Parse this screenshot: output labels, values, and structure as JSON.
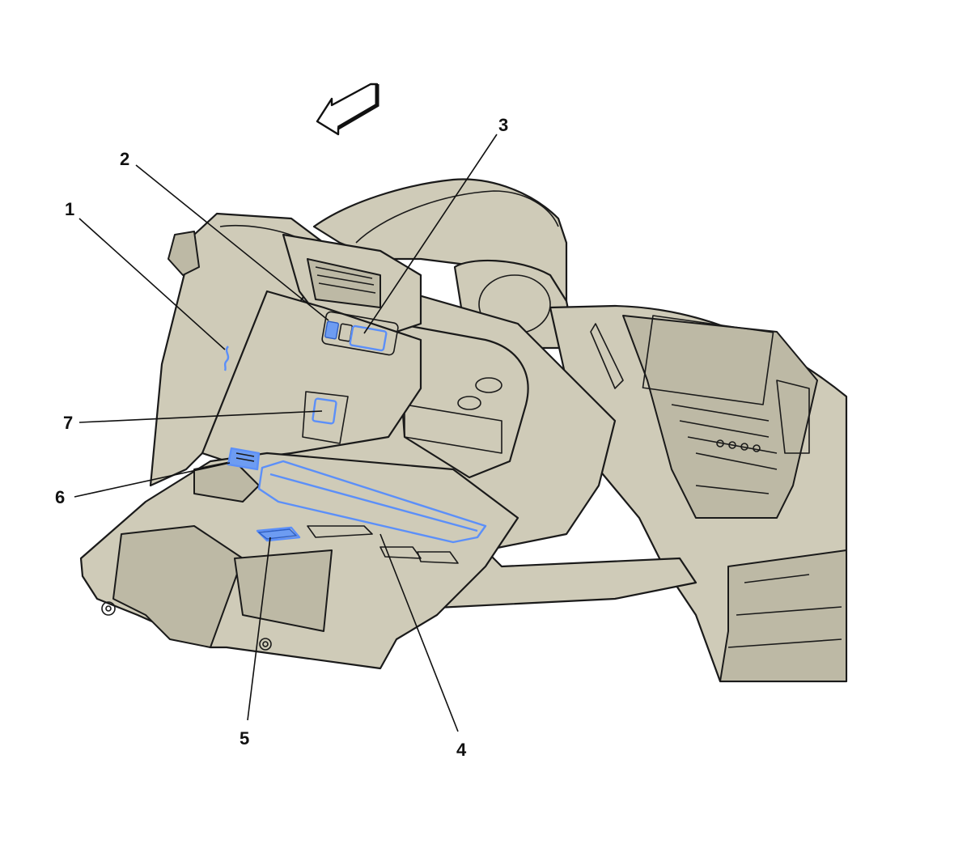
{
  "callouts": [
    {
      "id": "1",
      "label": "1"
    },
    {
      "id": "2",
      "label": "2"
    },
    {
      "id": "3",
      "label": "3"
    },
    {
      "id": "4",
      "label": "4"
    },
    {
      "id": "5",
      "label": "5"
    },
    {
      "id": "6",
      "label": "6"
    },
    {
      "id": "7",
      "label": "7"
    }
  ],
  "colors": {
    "panel_fill": "#cfcbb8",
    "panel_shadow": "#bdb9a5",
    "outline": "#1a1a1a",
    "highlight": "#5b8ff9"
  },
  "icons": {
    "direction_arrow": "forward-direction-arrow-icon"
  }
}
